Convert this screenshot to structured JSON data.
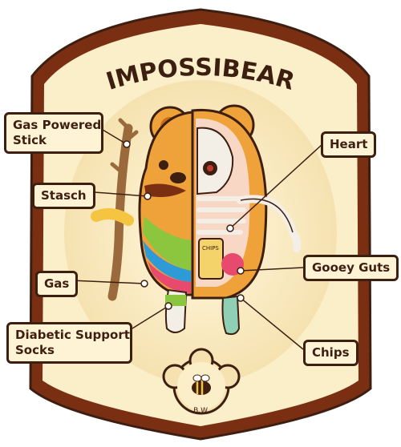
{
  "title": "IMPOSSIBEAR",
  "labels": {
    "gas_powered_stick": [
      "Gas Powered",
      "Stick"
    ],
    "stasch": "Stasch",
    "gas": "Gas",
    "diabetic_support_socks": [
      "Diabetic Support",
      "Socks"
    ],
    "heart": "Heart",
    "gooey_guts": "Gooey Guts",
    "chips": "Chips"
  },
  "bag_text": "CHIPS",
  "signature": "B.W.",
  "colors": {
    "frame": "#7a2f12",
    "outline": "#3d1f12",
    "cream": "#fbefc9",
    "label_bg": "#fff3d6",
    "fur_orange": "#f0a23a",
    "skeleton": "#f4efe6"
  },
  "icons": [
    "bee-icon",
    "flower-badge-icon"
  ]
}
